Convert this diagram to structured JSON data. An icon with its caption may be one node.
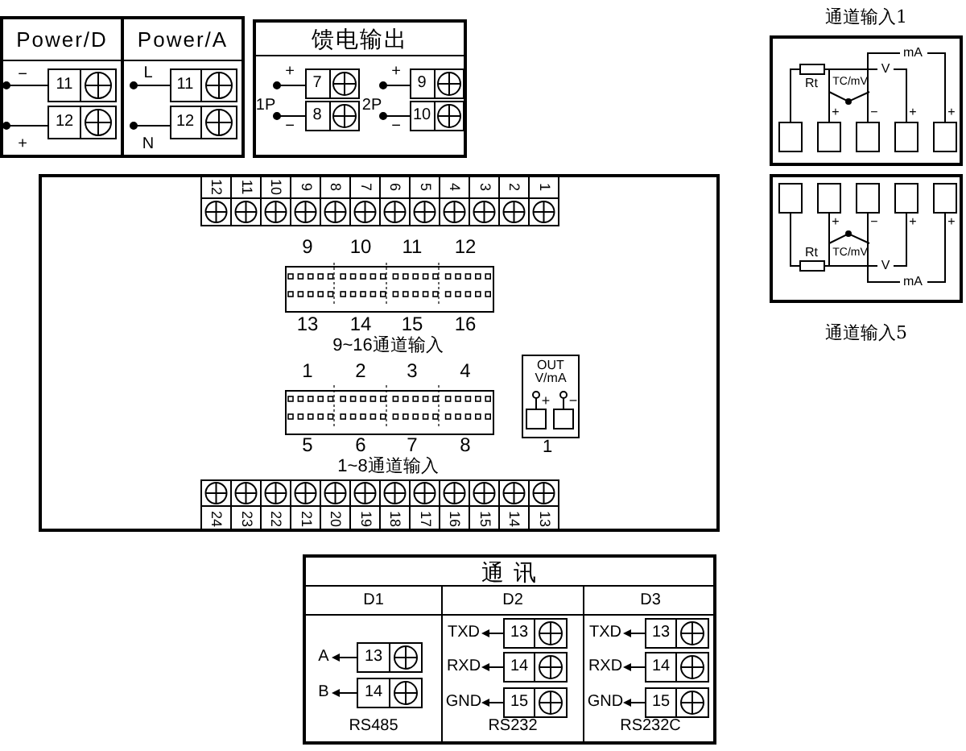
{
  "diagram": {
    "nodes": [
      {
        "text": [
          "Power/D"
        ]
      },
      {
        "text": [
          "Power/A"
        ]
      },
      {
        "text": [
          "馈电输出"
        ]
      },
      {
        "text": [
          "通道输入1"
        ]
      },
      {
        "text": [
          "通道输入5"
        ]
      },
      {
        "text": [],
        "shape": "box"
      },
      {
        "text": [],
        "shape": "box",
        "beside": [
          "9",
          "10",
          "11",
          "12",
          "13",
          "14",
          "15",
          "16",
          "9~16通道输入"
        ],
        "in": 5
      },
      {
        "text": [],
        "shape": "box",
        "beside": [
          "1",
          "2",
          "3",
          "4",
          "5",
          "6",
          "7",
          "8",
          "1~8通道输入"
        ],
        "in": 5
      },
      {
        "text": [
          "OUT V/mA"
        ],
        "beside": [
          "1"
        ],
        "in": 5
      },
      {
        "text": [
          "通 讯"
        ]
      },
      {
        "text": [
          "D1",
          "RS485"
        ],
        "in": 9
      },
      {
        "text": [
          "D2",
          "RS232"
        ],
        "in": 9
      },
      {
        "text": [
          "D3",
          "RS232C"
        ],
        "in": 9
      }
    ],
    "labels": [
      "−",
      "11",
      "12",
      "+",
      "L",
      "11",
      "12",
      "N",
      "+",
      "7",
      "1P",
      "−",
      "8",
      "+",
      "9",
      "2P",
      "−",
      "10",
      "mA",
      "Rt",
      "V",
      "TC/mV",
      "+",
      "−",
      "+",
      "+",
      "+",
      "−",
      "+",
      "+",
      "Rt",
      "TC/mV",
      "V",
      "mA",
      "12",
      "11",
      "10",
      "9",
      "8",
      "7",
      "6",
      "5",
      "4",
      "3",
      "2",
      "1",
      "+",
      "−",
      "24",
      "23",
      "22",
      "21",
      "20",
      "19",
      "18",
      "17",
      "16",
      "15",
      "14",
      "13",
      "A",
      "13",
      "B",
      "14",
      "TXD",
      "13",
      "RXD",
      "14",
      "GND",
      "15",
      "TXD",
      "13",
      "RXD",
      "14",
      "GND",
      "15"
    ]
  }
}
